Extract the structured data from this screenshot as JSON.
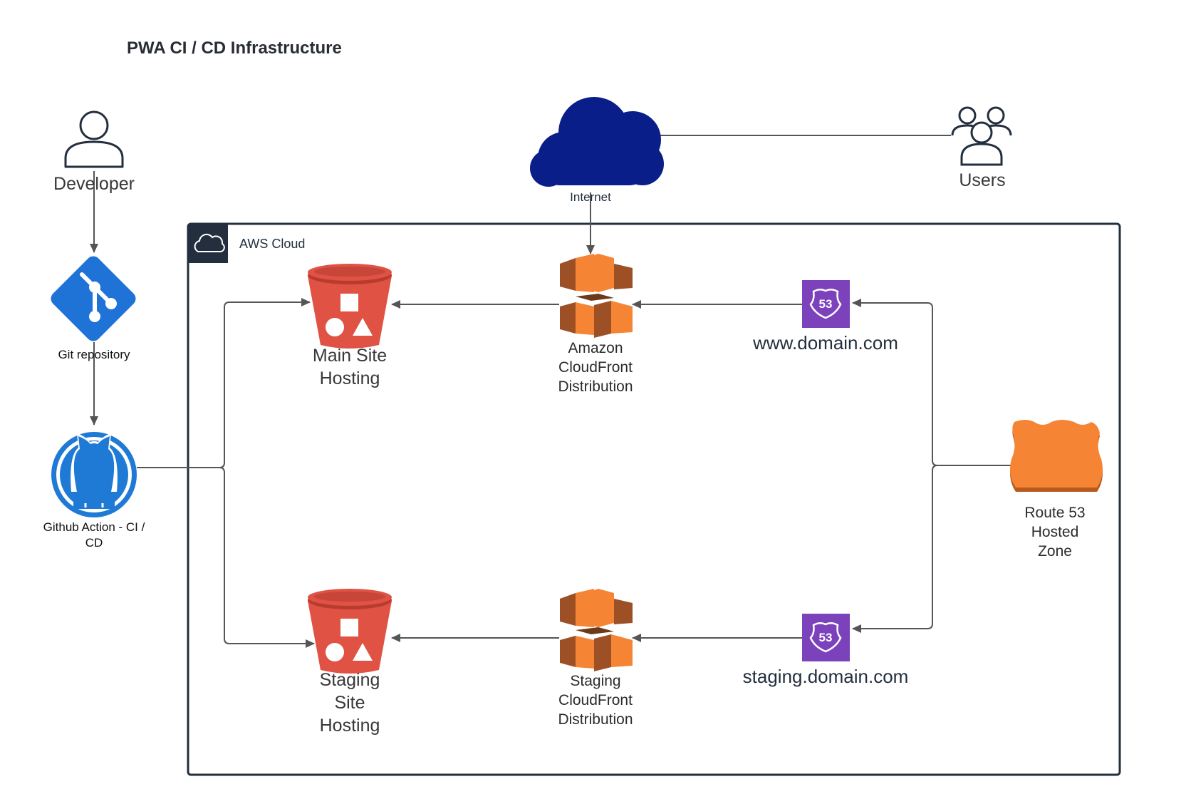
{
  "title": "PWA CI / CD Infrastructure",
  "group": {
    "label": "AWS Cloud"
  },
  "nodes": {
    "developer": {
      "label": "Developer"
    },
    "git": {
      "label": "Git repository"
    },
    "github": {
      "label_lines": [
        "Github Action - CI /",
        "CD"
      ]
    },
    "internet": {
      "label": "Internet"
    },
    "users": {
      "label": "Users"
    },
    "main_bucket": {
      "label_lines": [
        "Main Site",
        "Hosting"
      ]
    },
    "staging_bucket": {
      "label_lines": [
        "Staging",
        "Site",
        "Hosting"
      ]
    },
    "main_cf": {
      "label_lines": [
        "Amazon",
        "CloudFront",
        "Distribution"
      ]
    },
    "staging_cf": {
      "label_lines": [
        "Staging",
        "CloudFront",
        "Distribution"
      ]
    },
    "www_route": {
      "label": "www.domain.com",
      "badge": "53"
    },
    "staging_route": {
      "label": "staging.domain.com",
      "badge": "53"
    },
    "hosted_zone": {
      "label_lines": [
        "Route 53",
        "Hosted",
        "Zone"
      ]
    }
  },
  "colors": {
    "cloud": "#0a1e8a",
    "git": "#1f73d6",
    "github": "#1f7ad6",
    "bucket": "#e05243",
    "cloudfront": "#f58534",
    "route53_badge": "#7b42bc",
    "hosted_zone": "#f58534",
    "aws_header": "#232f3e"
  }
}
